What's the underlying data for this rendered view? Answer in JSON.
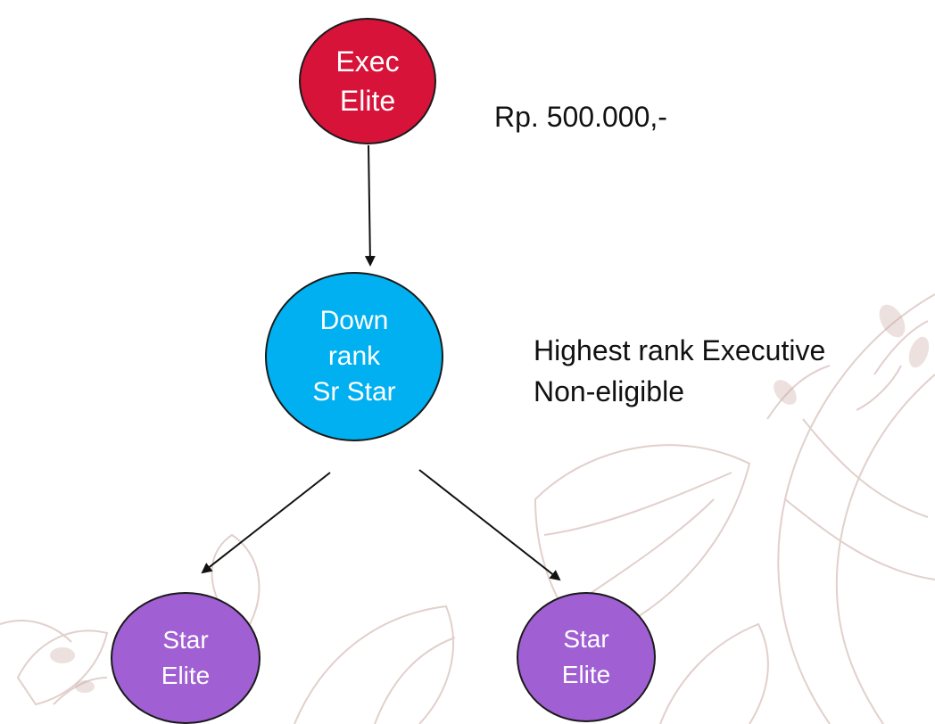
{
  "colors": {
    "exec": "#d7133a",
    "down": "#00b0f0",
    "star": "#a05fd2",
    "art": "#c9aaa3"
  },
  "nodes": {
    "exec": {
      "lines": [
        "Exec",
        "Elite"
      ]
    },
    "down": {
      "lines": [
        "Down",
        "rank",
        "Sr Star"
      ]
    },
    "star_left": {
      "lines": [
        "Star",
        "Elite"
      ]
    },
    "star_right": {
      "lines": [
        "Star",
        "Elite"
      ]
    }
  },
  "notes": {
    "amount": "Rp. 500.000,-",
    "rank_lines": [
      "Highest rank Executive",
      "Non-eligible"
    ]
  },
  "decoration": {
    "icon": "floral-watermark-icon"
  }
}
